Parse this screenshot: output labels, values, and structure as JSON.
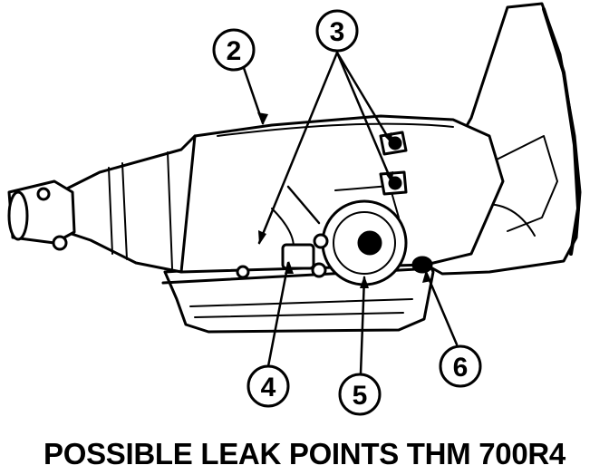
{
  "caption": "POSSIBLE LEAK POINTS THM 700R4",
  "callouts": [
    {
      "id": "c2",
      "label": "2"
    },
    {
      "id": "c3",
      "label": "3"
    },
    {
      "id": "c4",
      "label": "4"
    },
    {
      "id": "c5",
      "label": "5"
    },
    {
      "id": "c6",
      "label": "6"
    }
  ],
  "colors": {
    "ink": "#000000",
    "paper": "#ffffff"
  }
}
